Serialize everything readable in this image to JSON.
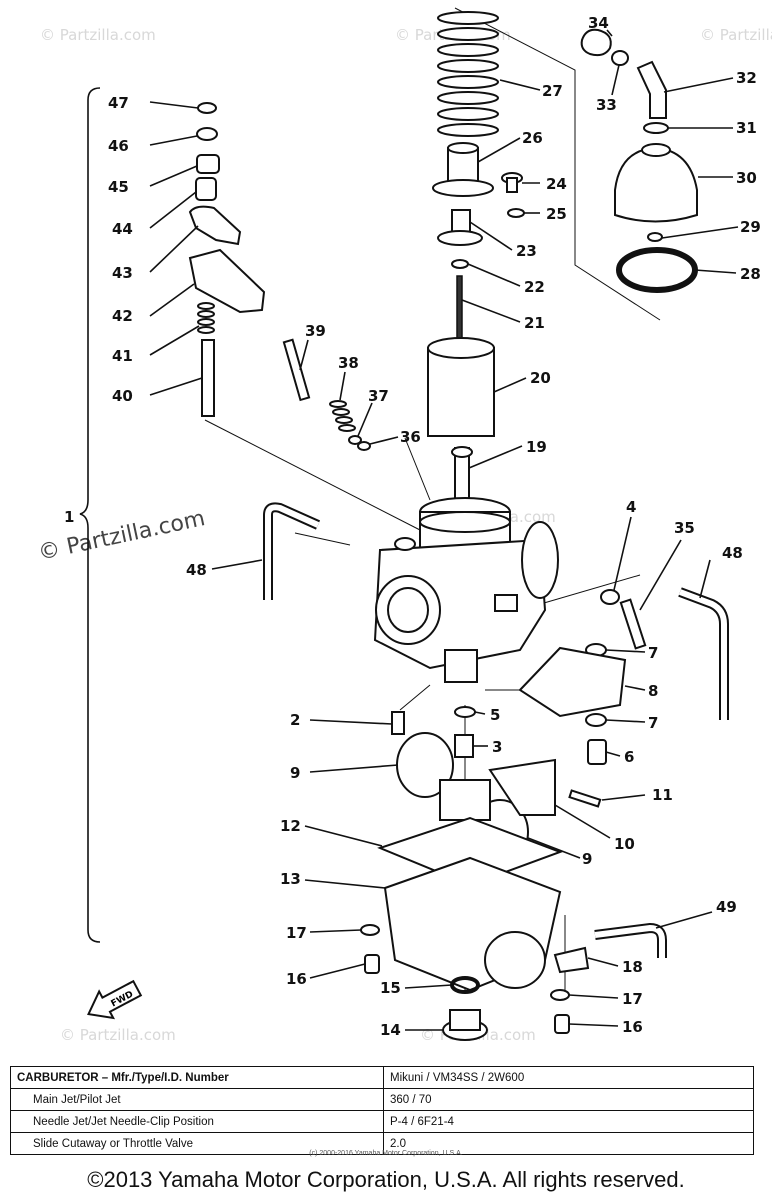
{
  "watermark": {
    "text": "© Partzilla.com",
    "main_text": "© Partzilla.com"
  },
  "fwd_label": "FWD",
  "callouts": {
    "c1": "1",
    "c2": "2",
    "c3": "3",
    "c4": "4",
    "c5": "5",
    "c6": "6",
    "c7a": "7",
    "c7b": "7",
    "c8": "8",
    "c9a": "9",
    "c9b": "9",
    "c10": "10",
    "c11": "11",
    "c12": "12",
    "c13": "13",
    "c14": "14",
    "c15": "15",
    "c16a": "16",
    "c16b": "16",
    "c17a": "17",
    "c17b": "17",
    "c18": "18",
    "c19": "19",
    "c20": "20",
    "c21": "21",
    "c22": "22",
    "c23": "23",
    "c24": "24",
    "c25": "25",
    "c26": "26",
    "c27": "27",
    "c28": "28",
    "c29": "29",
    "c30": "30",
    "c31": "31",
    "c32": "32",
    "c33": "33",
    "c34": "34",
    "c35": "35",
    "c36": "36",
    "c37": "37",
    "c38": "38",
    "c39": "39",
    "c40": "40",
    "c41": "41",
    "c42": "42",
    "c43": "43",
    "c44": "44",
    "c45": "45",
    "c46": "46",
    "c47": "47",
    "c48a": "48",
    "c48b": "48",
    "c49": "49"
  },
  "spec_table": {
    "rows": [
      {
        "label": "CARBURETOR – Mfr./Type/I.D. Number",
        "value": "Mikuni / VM34SS / 2W600"
      },
      {
        "label": "Main Jet/Pilot Jet",
        "value": "360 / 70"
      },
      {
        "label": "Needle Jet/Jet Needle-Clip Position",
        "value": "P-4 / 6F21-4"
      },
      {
        "label": "Slide Cutaway or Throttle Valve",
        "value": "2.0"
      }
    ]
  },
  "table_watermark": "(c) 2000-2016 Yamaha Motor Corporation, U.S.A.",
  "copyright": "©2013 Yamaha Motor Corporation, U.S.A. All rights reserved."
}
